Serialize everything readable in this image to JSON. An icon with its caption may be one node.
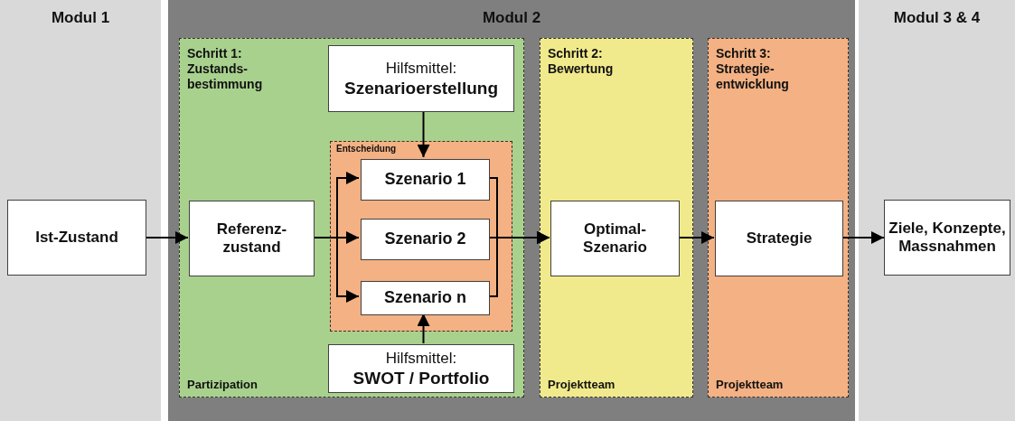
{
  "diagram": {
    "nodes": [
      {
        "text": [
          "Modul 1"
        ]
      },
      {
        "text": [
          "Ist-Zustand"
        ],
        "in": 0
      },
      {
        "text": [
          "Modul 2"
        ]
      },
      {
        "text": [
          "Schritt 1: Zustands- bestimmung",
          "Partizipation"
        ],
        "in": 2
      },
      {
        "text": [
          "Hilfsmittel:",
          "Szenarioerstellung"
        ],
        "in": 3
      },
      {
        "text": [
          "Referenz- zustand"
        ],
        "in": 3
      },
      {
        "text": [
          "Entscheidung"
        ],
        "in": 3
      },
      {
        "text": [
          "Szenario 1"
        ],
        "in": 6
      },
      {
        "text": [
          "Szenario 2"
        ],
        "in": 6
      },
      {
        "text": [
          "Szenario n"
        ],
        "in": 6
      },
      {
        "text": [
          "Hilfsmittel:",
          "SWOT / Portfolio"
        ],
        "in": 3
      },
      {
        "text": [
          "Schritt 2: Bewertung",
          "Projektteam"
        ],
        "in": 2
      },
      {
        "text": [
          "Optimal- Szenario"
        ],
        "in": 11
      },
      {
        "text": [
          "Schritt 3: Strategie- entwicklung",
          "Projektteam"
        ],
        "in": 2
      },
      {
        "text": [
          "Strategie"
        ],
        "in": 13
      },
      {
        "text": [
          "Modul 3 & 4"
        ]
      },
      {
        "text": [
          "Ziele, Konzepte, Massnahmen"
        ],
        "in": 15
      }
    ],
    "edges": [
      {
        "from": 1,
        "to": 5,
        "arrow": "to"
      },
      {
        "from": 5,
        "to": 7,
        "arrow": "to"
      },
      {
        "from": 5,
        "to": 8,
        "arrow": "to"
      },
      {
        "from": 5,
        "to": 9,
        "arrow": "to"
      },
      {
        "from": 4,
        "to": 7,
        "arrow": "to"
      },
      {
        "from": 10,
        "to": 9,
        "arrow": "to"
      },
      {
        "from": 7,
        "to": 12,
        "arrow": "to"
      },
      {
        "from": 8,
        "to": 12,
        "arrow": "to"
      },
      {
        "from": 9,
        "to": 12,
        "arrow": "to"
      },
      {
        "from": 12,
        "to": 14,
        "arrow": "to"
      },
      {
        "from": 14,
        "to": 16,
        "arrow": "to"
      }
    ]
  }
}
